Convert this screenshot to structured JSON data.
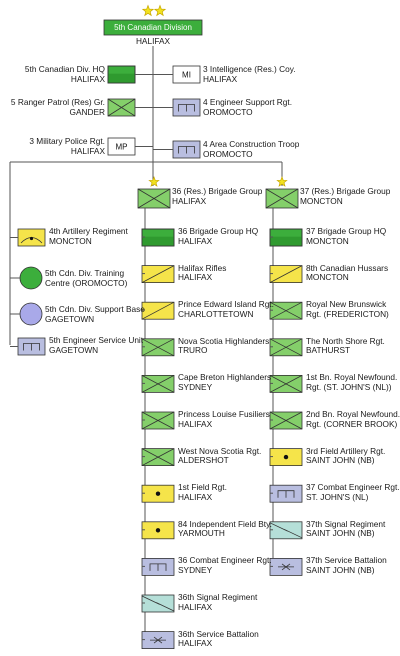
{
  "division": {
    "stars": 2,
    "name": "5th Canadian Division",
    "location": "HALIFAX"
  },
  "upper_units": [
    {
      "id": "div-hq",
      "name": "5th Canadian Div. HQ",
      "location": "HALIFAX",
      "type": "hq",
      "side": "left"
    },
    {
      "id": "intel",
      "name": "3 Intelligence (Res.) Coy.",
      "location": "HALIFAX",
      "type": "mi",
      "symbol_text": "MI",
      "side": "right"
    },
    {
      "id": "ranger",
      "name": "5 Ranger Patrol (Res) Gr.",
      "location": "GANDER",
      "type": "infantry",
      "side": "left"
    },
    {
      "id": "eng-support",
      "name": "4 Engineer Support Rgt.",
      "location": "OROMOCTO",
      "type": "engineer",
      "side": "right"
    },
    {
      "id": "mp",
      "name": "3 Military Police Rgt.",
      "location": "HALIFAX",
      "type": "mp",
      "symbol_text": "MP",
      "side": "left"
    },
    {
      "id": "area-const",
      "name": "4 Area Construction Troop",
      "location": "OROMOCTO",
      "type": "engineer",
      "side": "right"
    }
  ],
  "divisional_units": [
    {
      "id": "artillery-4",
      "name": "4th Artillery Regiment",
      "location": "MONCTON",
      "type": "air-defence"
    },
    {
      "id": "training",
      "name": "5th Cdn. Div. Training",
      "name2": "Centre (OROMOCTO)",
      "location": "",
      "type": "training"
    },
    {
      "id": "support-base",
      "name": "5th Cdn. Div. Support Base",
      "location": "GAGETOWN",
      "type": "support"
    },
    {
      "id": "eng-service",
      "name": "5th Engineer Service Unit",
      "location": "GAGETOWN",
      "type": "engineer"
    }
  ],
  "brigades": [
    {
      "id": "b36",
      "stars": 1,
      "name": "36 (Res.) Brigade Group",
      "location": "HALIFAX",
      "units": [
        {
          "name": "36 Brigade Group HQ",
          "location": "HALIFAX",
          "type": "hq"
        },
        {
          "name": "Halifax Rifles",
          "location": "HALIFAX",
          "type": "armour"
        },
        {
          "name": "Prince Edward Island Rgt.",
          "location": "CHARLOTTETOWN",
          "type": "armour"
        },
        {
          "name": "Nova Scotia Highlanders",
          "location": "TRURO",
          "type": "infantry"
        },
        {
          "name": "Cape Breton Highlanders",
          "location": "SYDNEY",
          "type": "infantry"
        },
        {
          "name": "Princess Louise Fusiliers",
          "location": "HALIFAX",
          "type": "infantry"
        },
        {
          "name": "West Nova Scotia Rgt.",
          "location": "ALDERSHOT",
          "type": "infantry"
        },
        {
          "name": "1st Field Rgt.",
          "location": "HALIFAX",
          "type": "artillery"
        },
        {
          "name": "84 Independent Field Bty.",
          "location": "YARMOUTH",
          "type": "artillery"
        },
        {
          "name": "36 Combat Engineer Rgt.",
          "location": "SYDNEY",
          "type": "engineer"
        },
        {
          "name": "36th Signal Regiment",
          "location": "HALIFAX",
          "type": "signal"
        },
        {
          "name": "36th Service Battalion",
          "location": "HALIFAX",
          "type": "service"
        }
      ]
    },
    {
      "id": "b37",
      "stars": 1,
      "name": "37 (Res.) Brigade Group",
      "location": "MONCTON",
      "units": [
        {
          "name": "37 Brigade Group HQ",
          "location": "MONCTON",
          "type": "hq"
        },
        {
          "name": "8th Canadian Hussars",
          "location": "MONCTON",
          "type": "armour"
        },
        {
          "name": "Royal New Brunswick",
          "location": "Rgt. (FREDERICTON)",
          "type": "infantry"
        },
        {
          "name": "The North Shore Rgt.",
          "location": "BATHURST",
          "type": "infantry"
        },
        {
          "name": "1st Bn. Royal Newfound.",
          "location": "Rgt. (ST. JOHN'S (NL))",
          "type": "infantry"
        },
        {
          "name": "2nd Bn. Royal Newfound.",
          "location": "Rgt. (CORNER BROOK)",
          "type": "infantry"
        },
        {
          "name": "3rd Field Artillery Rgt.",
          "location": "SAINT JOHN (NB)",
          "type": "artillery"
        },
        {
          "name": "37 Combat Engineer Rgt.",
          "location": "ST. JOHN'S (NL)",
          "type": "engineer"
        },
        {
          "name": "37th Signal Regiment",
          "location": "SAINT JOHN (NB)",
          "type": "signal"
        },
        {
          "name": "37th Service Battalion",
          "location": "SAINT JOHN (NB)",
          "type": "service"
        }
      ]
    }
  ],
  "colors": {
    "green": "#3cae3c",
    "green_light": "#84cf6a",
    "yellow": "#f5e44a",
    "blue": "#b9bee0",
    "teal": "#b5dfd8",
    "gray": "#eeeeee",
    "purple_circle": "#a9a9e9",
    "line": "#555555",
    "star": "#f2e21e"
  }
}
